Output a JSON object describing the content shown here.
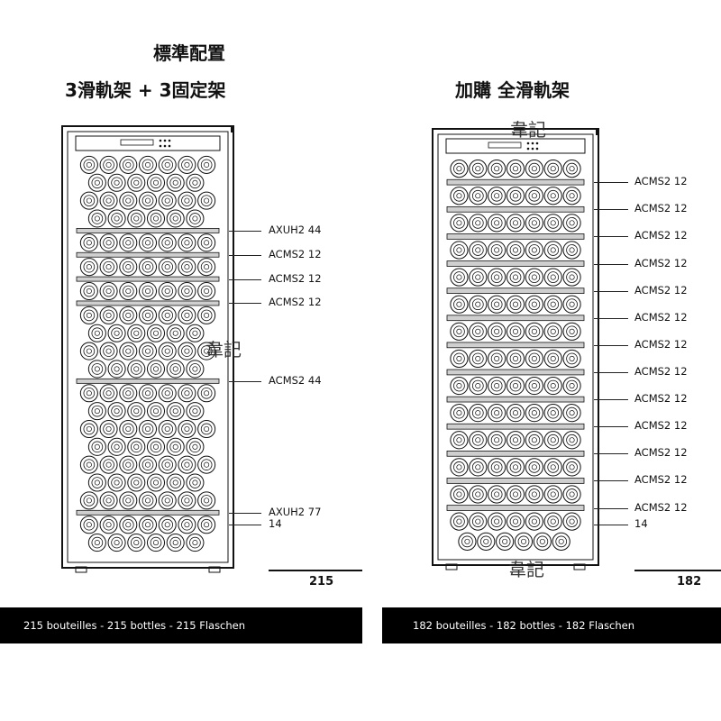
{
  "header": {
    "standard_title": "標準配置",
    "standard_subtitle": "3滑軌架 + 3固定架",
    "option_title": "加購 全滑軌架"
  },
  "watermark": "韋記",
  "left_cabinet": {
    "sections": [
      {
        "kind": "bottles",
        "rows": 4,
        "stagger": true
      },
      {
        "kind": "shelf"
      },
      {
        "kind": "bottles",
        "rows": 1,
        "stagger": false
      },
      {
        "kind": "shelf"
      },
      {
        "kind": "bottles",
        "rows": 1,
        "stagger": false
      },
      {
        "kind": "shelf"
      },
      {
        "kind": "bottles",
        "rows": 1,
        "stagger": false
      },
      {
        "kind": "shelf"
      },
      {
        "kind": "bottles",
        "rows": 4,
        "stagger": true
      },
      {
        "kind": "shelf"
      },
      {
        "kind": "bottles",
        "rows": 7,
        "stagger": true
      },
      {
        "kind": "shelf"
      },
      {
        "kind": "bottles",
        "rows": 2,
        "stagger": true
      }
    ],
    "labels": [
      "AXUH2 44",
      "ACMS2 12",
      "ACMS2 12",
      "ACMS2 12",
      "ACMS2 44",
      "AXUH2 77",
      "14"
    ],
    "total": "215",
    "caption": "215 bouteilles - 215 bottles - 215 Flaschen"
  },
  "right_cabinet": {
    "sections": [
      {
        "kind": "bottles",
        "rows": 1
      },
      {
        "kind": "shelf"
      },
      {
        "kind": "bottles",
        "rows": 1
      },
      {
        "kind": "shelf"
      },
      {
        "kind": "bottles",
        "rows": 1
      },
      {
        "kind": "shelf"
      },
      {
        "kind": "bottles",
        "rows": 1
      },
      {
        "kind": "shelf"
      },
      {
        "kind": "bottles",
        "rows": 1
      },
      {
        "kind": "shelf"
      },
      {
        "kind": "bottles",
        "rows": 1
      },
      {
        "kind": "shelf"
      },
      {
        "kind": "bottles",
        "rows": 1
      },
      {
        "kind": "shelf"
      },
      {
        "kind": "bottles",
        "rows": 1
      },
      {
        "kind": "shelf"
      },
      {
        "kind": "bottles",
        "rows": 1
      },
      {
        "kind": "shelf"
      },
      {
        "kind": "bottles",
        "rows": 1
      },
      {
        "kind": "shelf"
      },
      {
        "kind": "bottles",
        "rows": 1
      },
      {
        "kind": "shelf"
      },
      {
        "kind": "bottles",
        "rows": 1
      },
      {
        "kind": "shelf"
      },
      {
        "kind": "bottles",
        "rows": 1
      },
      {
        "kind": "shelf"
      },
      {
        "kind": "bottles",
        "rows": 2,
        "stagger": true
      }
    ],
    "labels": [
      "ACMS2 12",
      "ACMS2 12",
      "ACMS2 12",
      "ACMS2 12",
      "ACMS2 12",
      "ACMS2 12",
      "ACMS2 12",
      "ACMS2 12",
      "ACMS2 12",
      "ACMS2 12",
      "ACMS2 12",
      "ACMS2 12",
      "ACMS2 12",
      "14"
    ],
    "total": "182",
    "caption": "182 bouteilles - 182 bottles - 182 Flaschen"
  }
}
